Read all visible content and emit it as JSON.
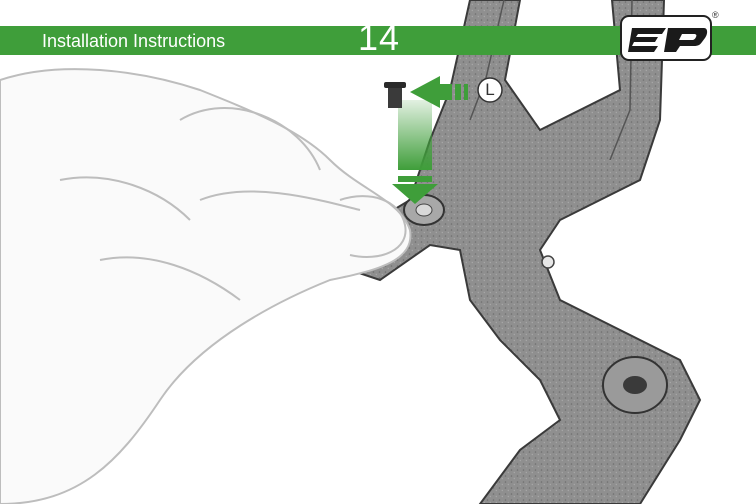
{
  "header": {
    "title": "Installation Instructions",
    "step_number": "14",
    "accent_color": "#3f9e3a"
  },
  "logo": {
    "icon": "ep-logo-icon",
    "registered_mark": "®"
  },
  "illustration": {
    "part_label": "L",
    "icons": [
      "hand-illustration",
      "mounting-bracket",
      "bolt-icon",
      "insert-arrow-icon",
      "direction-arrow-icon"
    ]
  }
}
